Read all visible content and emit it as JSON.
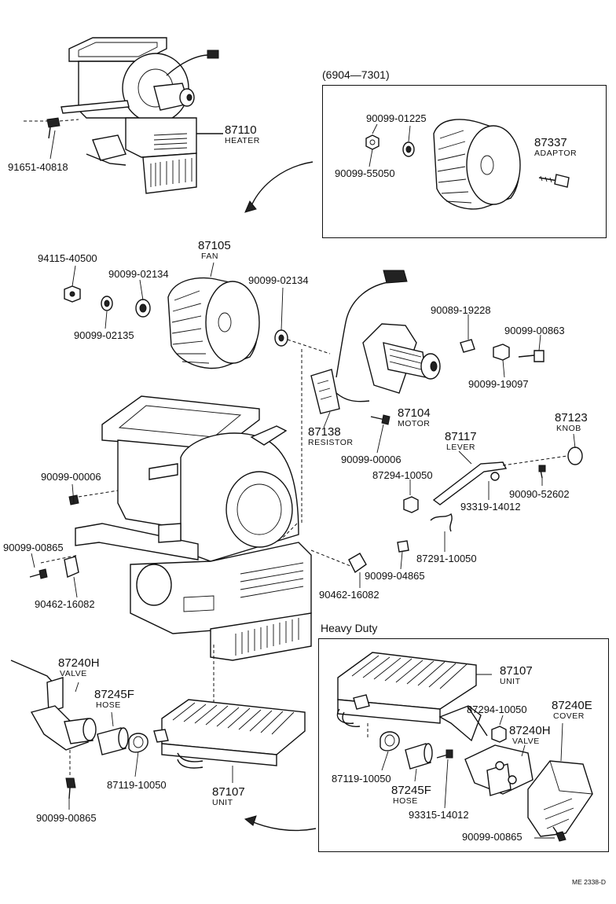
{
  "insets": {
    "top": {
      "title": "(6904—7301)"
    },
    "bottom": {
      "title": "Heavy Duty"
    }
  },
  "parts": {
    "p91651_40818": {
      "num": "91651-40818"
    },
    "p87110": {
      "num": "87110",
      "name": "HEATER"
    },
    "p90099_01225": {
      "num": "90099-01225"
    },
    "p90099_55050": {
      "num": "90099-55050"
    },
    "p87337": {
      "num": "87337",
      "name": "ADAPTOR"
    },
    "p94115_40500": {
      "num": "94115-40500"
    },
    "p87105": {
      "num": "87105",
      "name": "FAN"
    },
    "p90099_02134a": {
      "num": "90099-02134"
    },
    "p90099_02134b": {
      "num": "90099-02134"
    },
    "p90099_02135": {
      "num": "90099-02135"
    },
    "p90089_19228": {
      "num": "90089-19228"
    },
    "p90099_00863": {
      "num": "90099-00863"
    },
    "p90099_19097": {
      "num": "90099-19097"
    },
    "p87104": {
      "num": "87104",
      "name": "MOTOR"
    },
    "p87138": {
      "num": "87138",
      "name": "RESISTOR"
    },
    "p87123": {
      "num": "87123",
      "name": "KNOB"
    },
    "p87117": {
      "num": "87117",
      "name": "LEVER"
    },
    "p90099_00006a": {
      "num": "90099-00006"
    },
    "p90099_00006b": {
      "num": "90099-00006"
    },
    "p87294_10050a": {
      "num": "87294-10050"
    },
    "p90090_52602": {
      "num": "90090-52602"
    },
    "p93319_14012": {
      "num": "93319-14012"
    },
    "p90099_00865a": {
      "num": "90099-00865"
    },
    "p87291_10050": {
      "num": "87291-10050"
    },
    "p90099_04865": {
      "num": "90099-04865"
    },
    "p90462_16082a": {
      "num": "90462-16082"
    },
    "p90462_16082b": {
      "num": "90462-16082"
    },
    "p87240H_a": {
      "num": "87240H",
      "name": "VALVE"
    },
    "p87245F_a": {
      "num": "87245F",
      "name": "HOSE"
    },
    "p87119_10050a": {
      "num": "87119-10050"
    },
    "p87107_a": {
      "num": "87107",
      "name": "UNIT"
    },
    "p90099_00865b": {
      "num": "90099-00865"
    },
    "p87107_b": {
      "num": "87107",
      "name": "UNIT"
    },
    "p87294_10050b": {
      "num": "87294-10050"
    },
    "p87240E": {
      "num": "87240E",
      "name": "COVER"
    },
    "p87240H_b": {
      "num": "87240H",
      "name": "VALVE"
    },
    "p87119_10050b": {
      "num": "87119-10050"
    },
    "p87245F_b": {
      "num": "87245F",
      "name": "HOSE"
    },
    "p93315_14012": {
      "num": "93315-14012"
    },
    "p90099_00865c": {
      "num": "90099-00865"
    }
  },
  "diagram_code": "ME 2338-D"
}
